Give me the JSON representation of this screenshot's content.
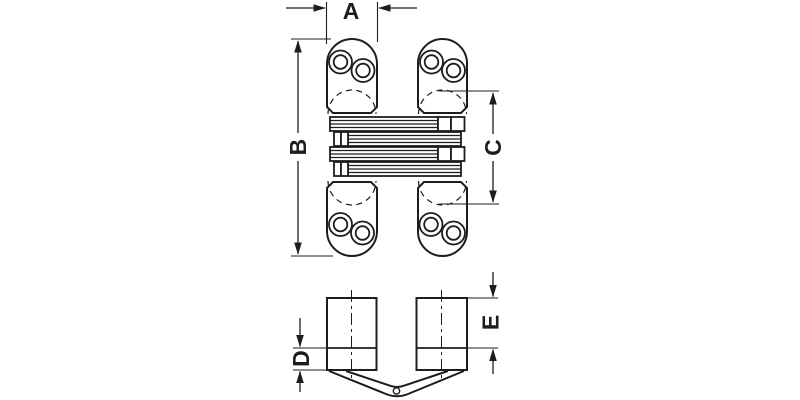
{
  "drawing": {
    "background_color": "#ffffff",
    "line_color": "#1d1d1b",
    "front_view": {
      "dim_a": "A",
      "dim_b": "B",
      "dim_c": "C"
    },
    "end_view": {
      "dim_d": "D",
      "dim_e": "E"
    }
  }
}
